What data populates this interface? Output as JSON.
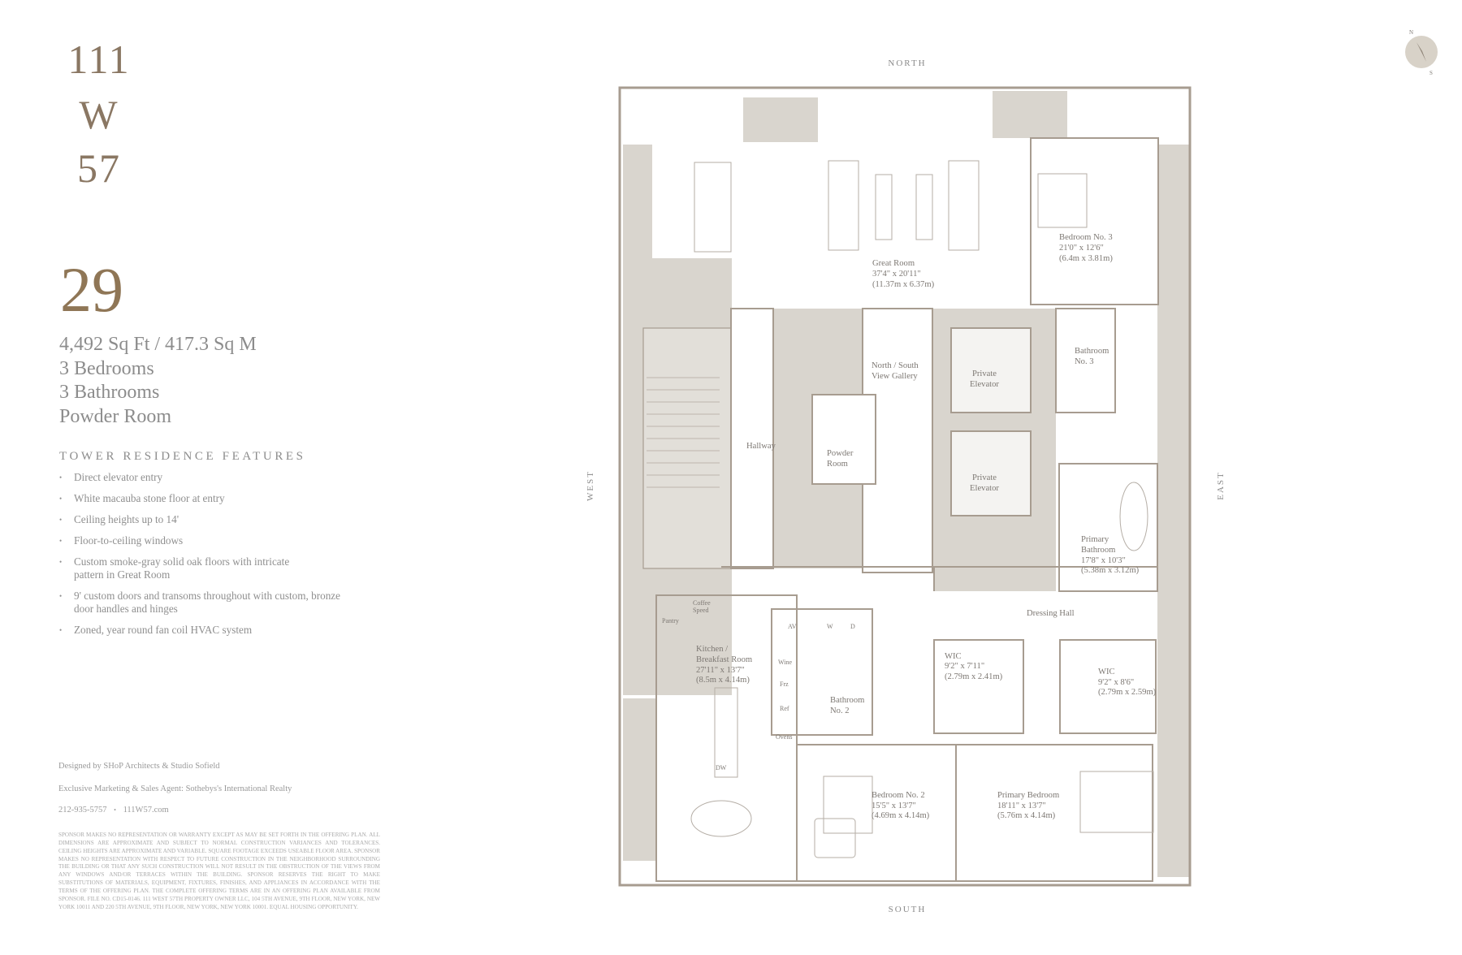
{
  "logo": {
    "line1": "111",
    "line2": "W",
    "line3": "57"
  },
  "residence": {
    "unit_number": "29",
    "area": "4,492 Sq Ft / 417.3 Sq M",
    "bedrooms": "3 Bedrooms",
    "bathrooms": "3 Bathrooms",
    "extra": "Powder Room"
  },
  "features": {
    "heading": "TOWER RESIDENCE FEATURES",
    "items": [
      "Direct elevator entry",
      "White macauba stone floor at entry",
      "Ceiling heights up to 14'",
      "Floor-to-ceiling windows",
      "Custom smoke-gray solid oak floors with intricate pattern in Great Room",
      "9' custom doors and transoms throughout with custom, bronze door handles and hinges",
      "Zoned, year round fan coil HVAC system"
    ]
  },
  "credits": {
    "designed_by": "Designed by SHoP Architects & Studio Sofield",
    "agent": "Exclusive Marketing & Sales Agent: Sothebys's International Realty",
    "phone": "212-935-5757",
    "separator": "•",
    "website": "111W57.com"
  },
  "disclaimer": "Sponsor makes no representation or warranty except as may be set forth in the offering plan. All dimensions are approximate and subject to normal construction variances and tolerances. Ceiling heights are approximate and variable. Square footage exceeds useable floor area. Sponsor makes no representation with respect to future construction in the neighborhood surrounding the building or that any such construction will not result in the obstruction of the views from any windows and/or terraces within the building. Sponsor reserves the right to make substitutions of materials, equipment, fixtures, finishes, and appliances in accordance with the terms of the offering plan. The complete offering terms are in an offering plan available from sponsor. File No. CD15-0146. 111 West 57th Property Owner LLC, 104 5th Avenue, 9th Floor, New York, New York 10011 and 220 5th Avenue, 9th Floor, New York, New York 10001. Equal housing opportunity.",
  "compass": {
    "north": "N",
    "south": "S",
    "icon": "compass-icon"
  },
  "orientation": {
    "north": "NORTH",
    "south": "SOUTH",
    "west": "WEST",
    "east": "EAST"
  },
  "rooms": {
    "great_room": {
      "name": "Great Room",
      "dim_ft": "37'4\" x 20'11\"",
      "dim_m": "(11.37m x 6.37m)"
    },
    "bedroom3": {
      "name": "Bedroom No. 3",
      "dim_ft": "21'0\" x 12'6\"",
      "dim_m": "(6.4m x 3.81m)"
    },
    "gallery": {
      "line1": "North / South",
      "line2": "View Gallery"
    },
    "elevator1": {
      "line1": "Private",
      "line2": "Elevator"
    },
    "elevator2": {
      "line1": "Private",
      "line2": "Elevator"
    },
    "bathroom3": {
      "line1": "Bathroom",
      "line2": "No. 3"
    },
    "hallway": "Hallway",
    "powder": {
      "line1": "Powder",
      "line2": "Room"
    },
    "primary_bath": {
      "line1": "Primary",
      "line2": "Bathroom",
      "dim_ft": "17'8\" x 10'3\"",
      "dim_m": "(5.38m x 3.12m)"
    },
    "dressing_hall": "Dressing Hall",
    "pantry": "Pantry",
    "coffee": {
      "line1": "Coffee",
      "line2": "Speed"
    },
    "kitchen": {
      "line1": "Kitchen /",
      "line2": "Breakfast Room",
      "dim_ft": "27'11\" x 13'7\"",
      "dim_m": "(8.5m x  4.14m)"
    },
    "av": "AV",
    "washer": "W",
    "dryer": "D",
    "wine": "Wine",
    "freezer": "Frz",
    "fridge": "Ref",
    "ovens": "Ovens",
    "dishwasher": "DW",
    "bathroom2": {
      "line1": "Bathroom",
      "line2": "No. 2"
    },
    "wic1": {
      "name": "WIC",
      "dim_ft": "9'2\" x 7'11\"",
      "dim_m": "(2.79m x 2.41m)"
    },
    "wic2": {
      "name": "WIC",
      "dim_ft": "9'2\" x 8'6\"",
      "dim_m": "(2.79m x 2.59m)"
    },
    "bedroom2": {
      "name": "Bedroom No. 2",
      "dim_ft": "15'5\" x 13'7\"",
      "dim_m": "(4.69m x 4.14m)"
    },
    "primary_bedroom": {
      "name": "Primary Bedroom",
      "dim_ft": "18'11\" x 13'7\"",
      "dim_m": "(5.76m x 4.14m)"
    }
  },
  "colors": {
    "brand": "#8f7656",
    "core_fill": "#d9d5ce",
    "wall": "#a79c90",
    "text": "#8c8c8c"
  }
}
